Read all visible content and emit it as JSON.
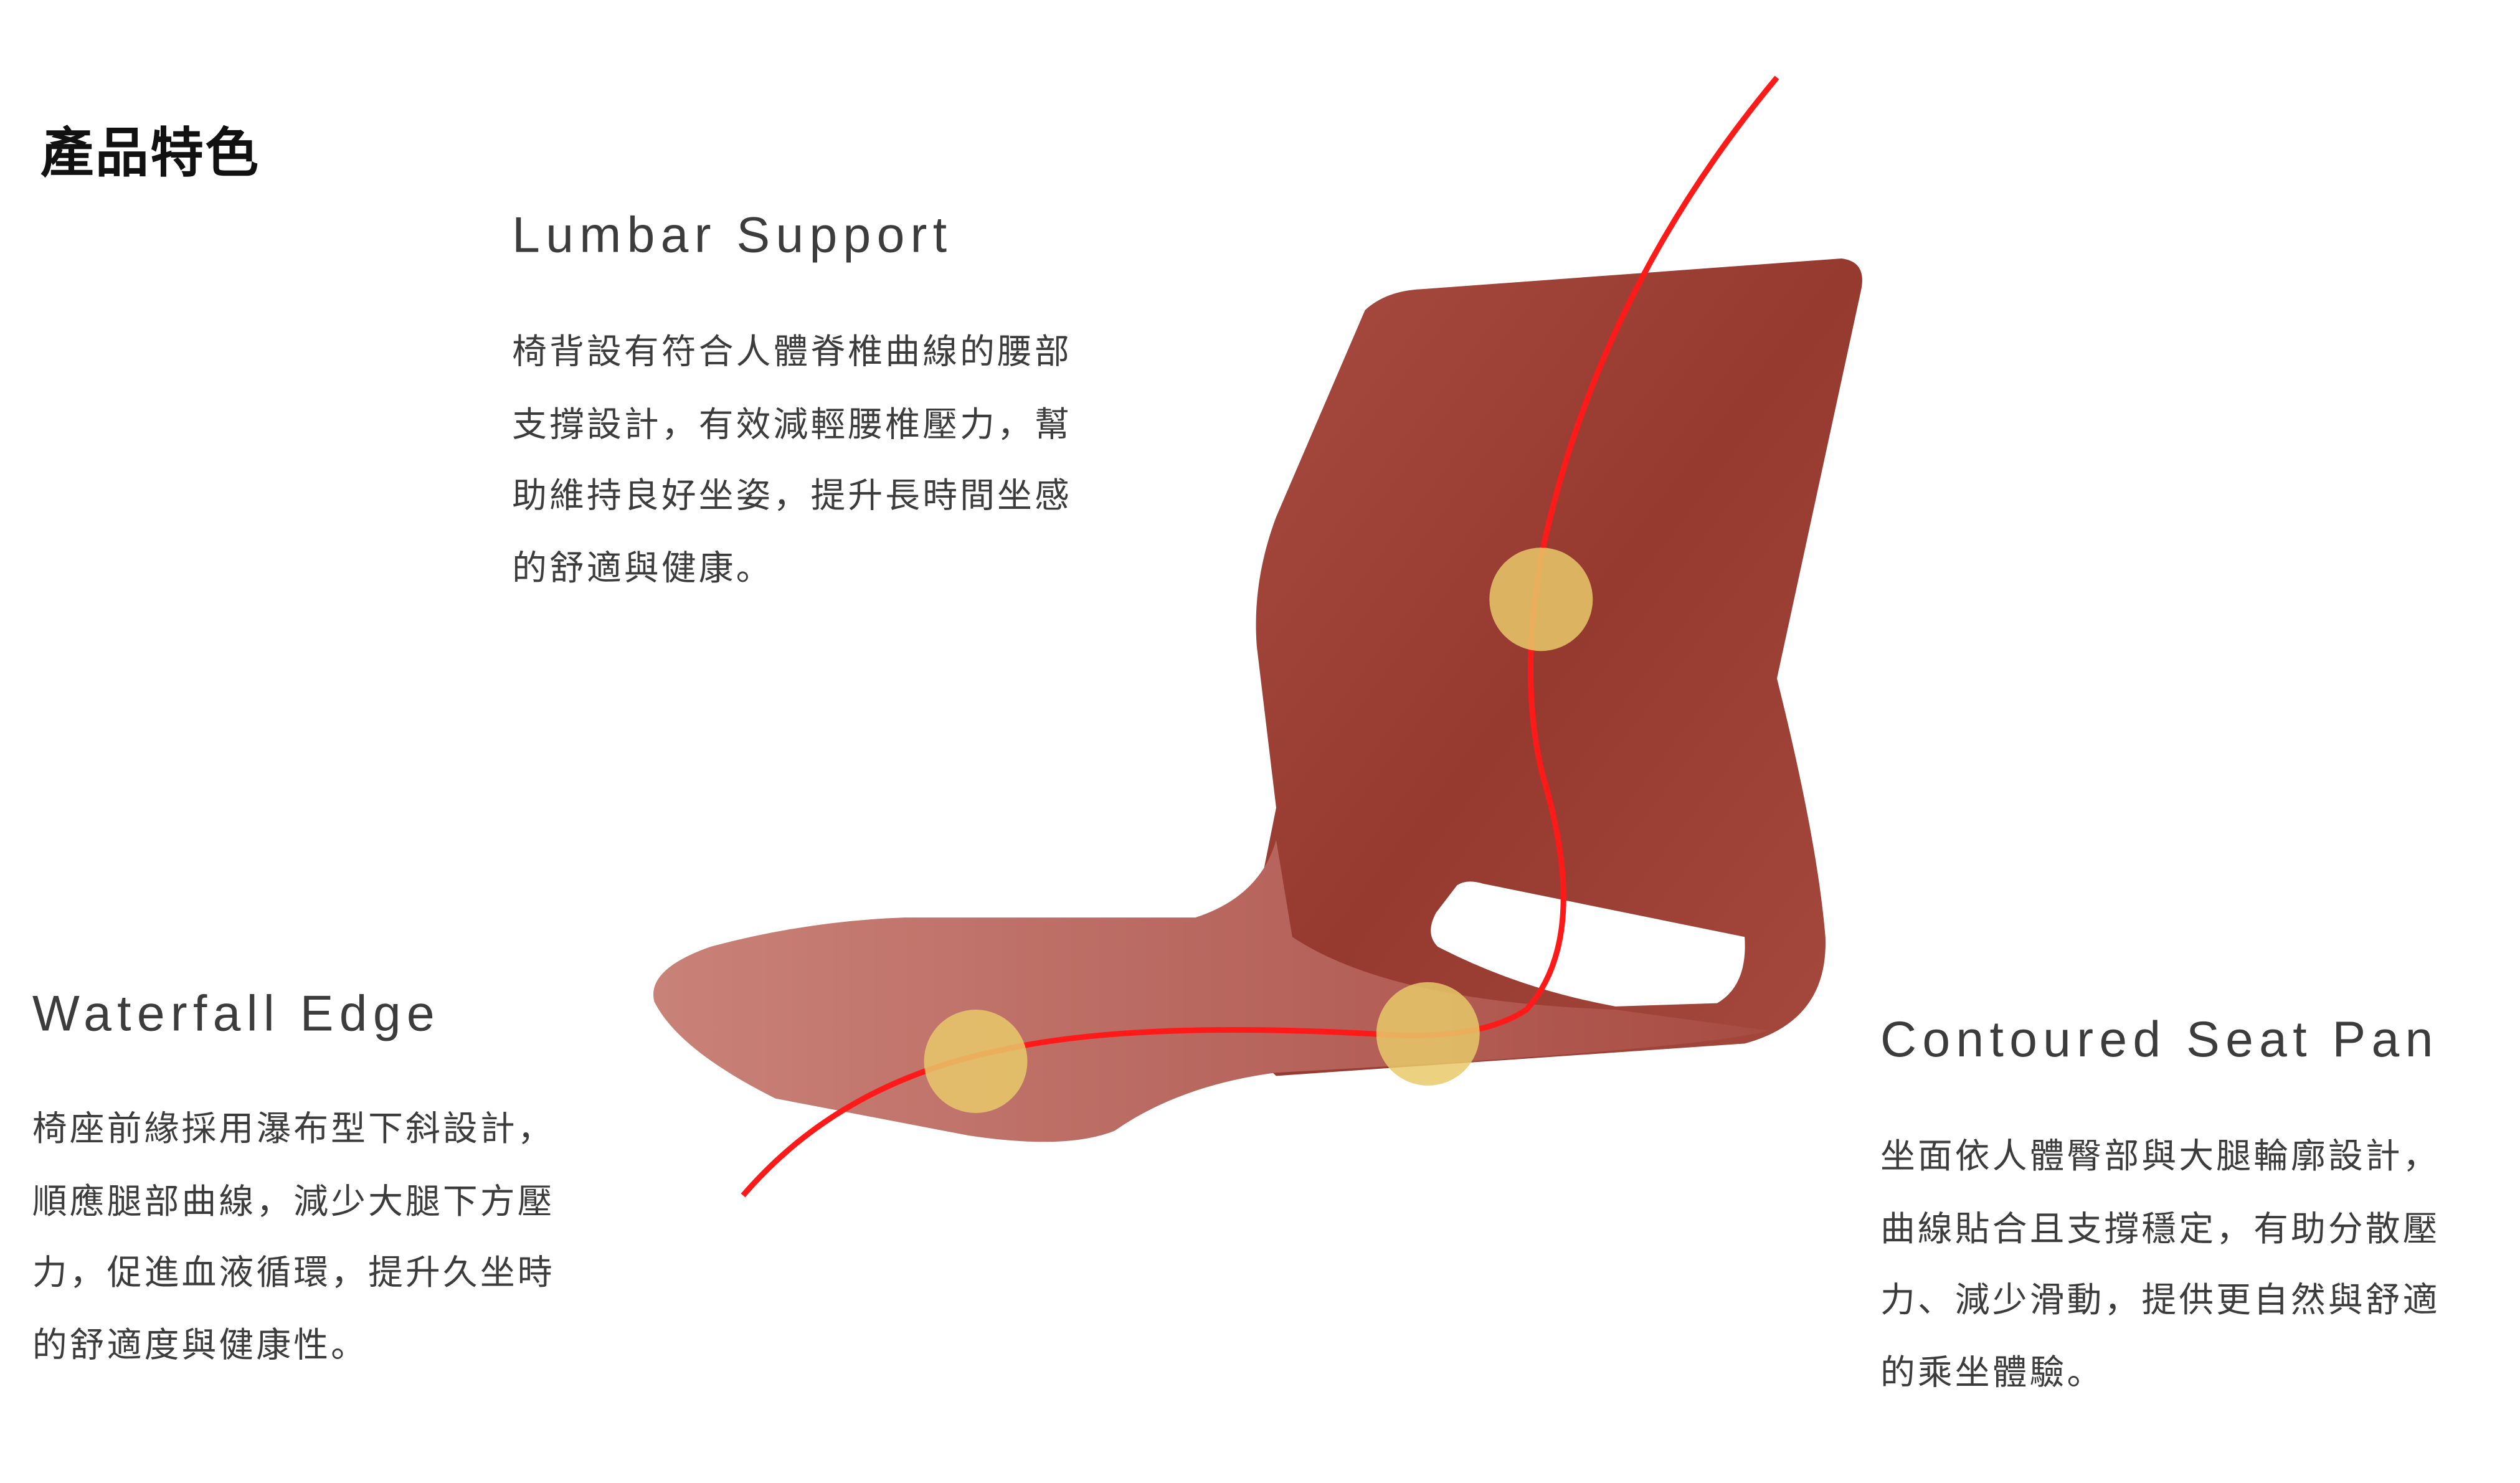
{
  "page": {
    "title": "產品特色"
  },
  "colors": {
    "shell_light": "#c98278",
    "shell_mid": "#b05448",
    "shell_dark": "#963a30",
    "curve": "#ff1a1a",
    "marker": "#e8c96a"
  },
  "features": [
    {
      "title": "Lumbar Support",
      "lines": [
        "椅背設有符合人體脊椎曲線的腰部",
        "支撐設計，有效減輕腰椎壓力，幫",
        "助維持良好坐姿，提升長時間坐感",
        "的舒適與健康。"
      ]
    },
    {
      "title": "Waterfall Edge",
      "lines": [
        "椅座前緣採用瀑布型下斜設計，",
        "順應腿部曲線，減少大腿下方壓",
        "力，促進血液循環，提升久坐時",
        "的舒適度與健康性。"
      ]
    },
    {
      "title": "Contoured Seat Pan",
      "lines": [
        "坐面依人體臀部與大腿輪廓設計，",
        "曲線貼合且支撐穩定，有助分散壓",
        "力、減少滑動，提供更自然與舒適",
        "的乘坐體驗。"
      ]
    }
  ]
}
